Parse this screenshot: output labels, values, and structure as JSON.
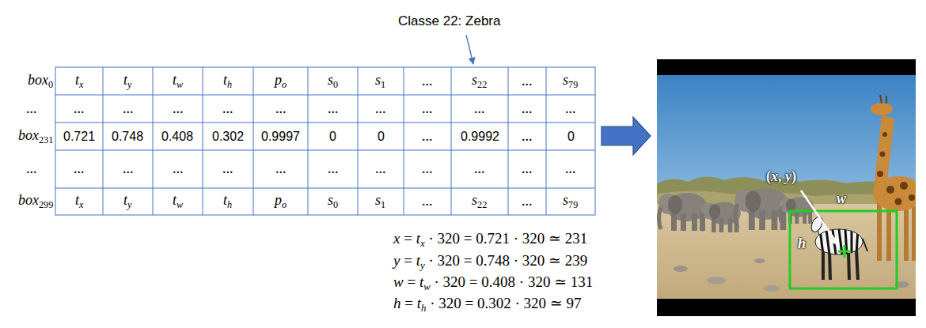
{
  "diagram": {
    "labels": [
      "Classe 22: Zebra",
      "box0",
      "tx",
      "ty",
      "tw",
      "th",
      "po",
      "s0",
      "s1",
      "...",
      "s22",
      "...",
      "s79",
      "...",
      "...",
      "...",
      "...",
      "...",
      "...",
      "...",
      "...",
      "...",
      "...",
      "...",
      "...",
      "box231",
      "0.721",
      "0.748",
      "0.408",
      "0.302",
      "0.9997",
      "0",
      "0",
      "...",
      "0.9992",
      "...",
      "0",
      "...",
      "...",
      "...",
      "...",
      "...",
      "...",
      "...",
      "...",
      "...",
      "...",
      "...",
      "...",
      "box299",
      "tx",
      "ty",
      "tw",
      "th",
      "po",
      "s0",
      "s1",
      "...",
      "s22",
      "...",
      "s79",
      "x = tx · 320 = 0.721 · 320 ≃ 231",
      "y = ty · 320 = 0.748 · 320 ≃ 239",
      "w = tw · 320 = 0.408 · 320 ≃ 131",
      "h = th · 320 = 0.302 · 320 ≃ 97",
      "(x, y)",
      "w",
      "h"
    ]
  }
}
